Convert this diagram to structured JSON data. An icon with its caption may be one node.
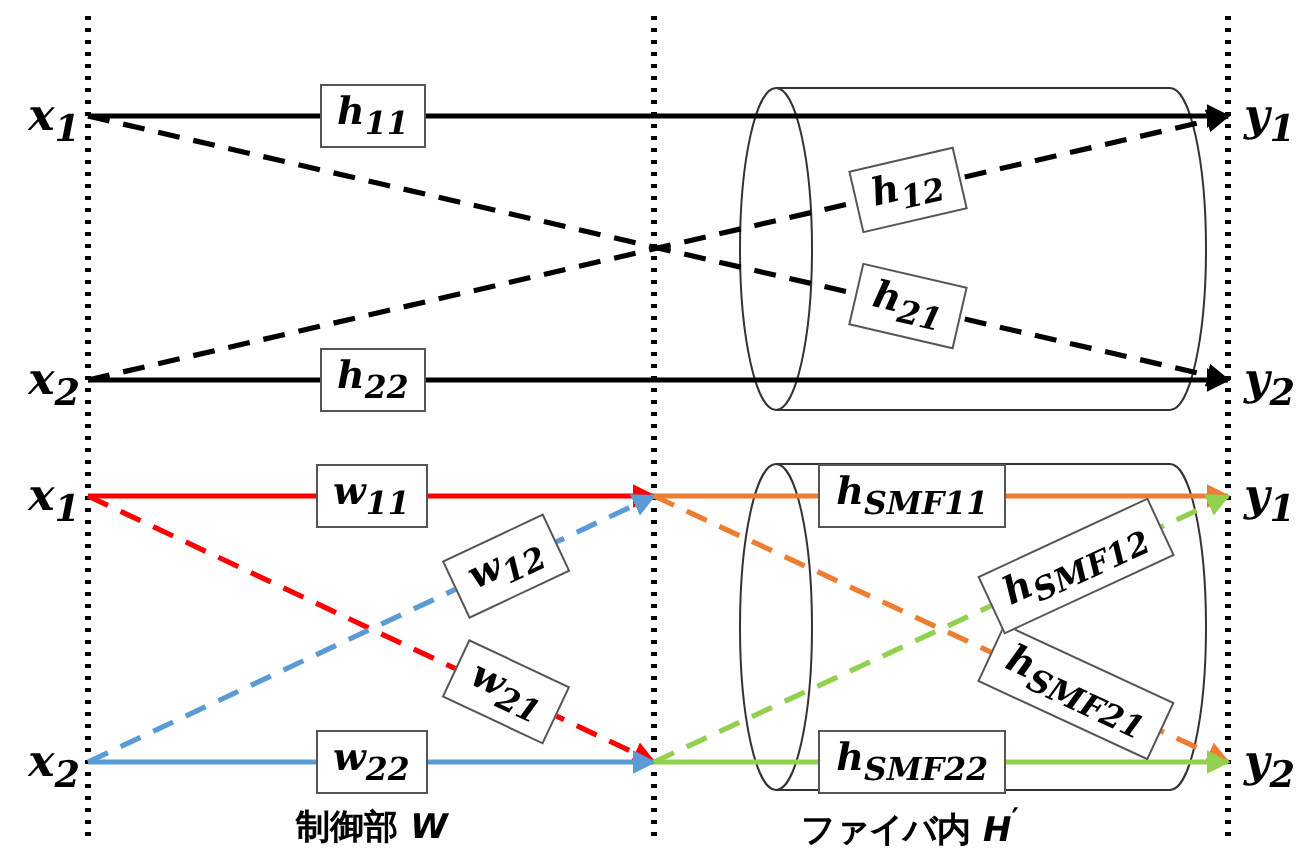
{
  "diagram": {
    "nodes": [
      {
        "text": [
          "x$_{1}$"
        ]
      },
      {
        "text": [
          "x$_{2}$"
        ]
      },
      {
        "text": [
          "y$_{1}$"
        ]
      },
      {
        "text": [
          "y$_{2}$"
        ]
      },
      {
        "text": [
          "x$_{1}$"
        ]
      },
      {
        "text": [
          "x$_{2}$"
        ]
      },
      {
        "text": [
          "y$_{1}$"
        ]
      },
      {
        "text": [
          "y$_{2}$"
        ]
      }
    ],
    "edges": [
      {
        "from": 0,
        "to": 2,
        "arrow": "to",
        "label": "h$_{11}$"
      },
      {
        "from": 0,
        "to": 3,
        "arrow": "to",
        "label": "h$_{21}$",
        "style": "dashed"
      },
      {
        "from": 1,
        "to": 2,
        "arrow": "to",
        "label": "h$_{12}$",
        "style": "dashed"
      },
      {
        "from": 1,
        "to": 3,
        "arrow": "to",
        "label": "h$_{22}$"
      },
      {
        "from": 4,
        "to": null,
        "arrow": "to",
        "label": "w$_{11}$",
        "color": "#ff0000"
      },
      {
        "from": 4,
        "to": null,
        "arrow": "to",
        "label": "w$_{21}$",
        "style": "dashed",
        "color": "#ff0000"
      },
      {
        "from": 5,
        "to": null,
        "arrow": "to",
        "label": "w$_{12}$",
        "style": "dashed",
        "color": "#5b9bd5"
      },
      {
        "from": 5,
        "to": null,
        "arrow": "to",
        "label": "w$_{22}$",
        "color": "#5b9bd5"
      },
      {
        "from": null,
        "to": 6,
        "arrow": "to",
        "label": "h$_{SMF11}$",
        "color": "#ed7d31"
      },
      {
        "from": null,
        "to": 7,
        "arrow": "to",
        "label": "h$_{SMF21}$",
        "style": "dashed",
        "color": "#ed7d31"
      },
      {
        "from": null,
        "to": 6,
        "arrow": "to",
        "label": "h$_{SMF12}$",
        "style": "dashed",
        "color": "#92d050"
      },
      {
        "from": null,
        "to": 7,
        "arrow": "to",
        "label": "h$_{SMF22}$",
        "color": "#92d050"
      }
    ],
    "labels": [
      "制御部 *W*",
      "ファイバ内 *H*$^{′}$"
    ]
  }
}
